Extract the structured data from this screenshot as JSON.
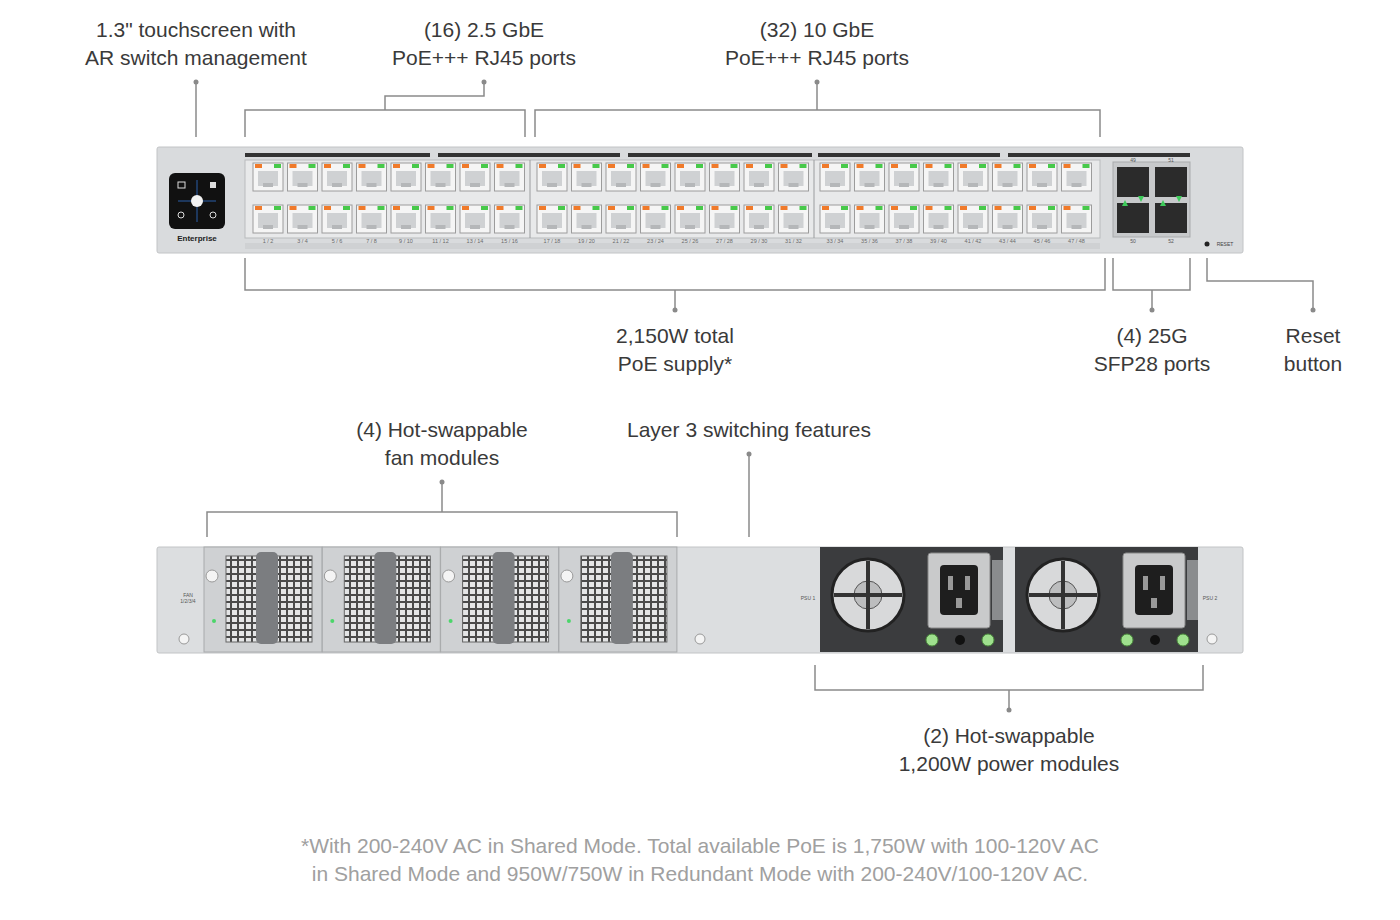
{
  "diagram": {
    "caption": "*With 200-240V AC in Shared Mode. Total available PoE is 1,750W with 100-120V AC in Shared Mode and 950W/750W in Redundant Mode with 200-240V/100-120V AC.",
    "labels": [
      "1.3\" touchscreen with AR switch management",
      "(16) 2.5 GbE PoE+++ RJ45 ports",
      "(32) 10 GbE PoE+++ RJ45 ports",
      "2,150W total PoE supply*",
      "(4) 25G SFP28 ports",
      "Reset button",
      "(4) Hot-swappable fan modules",
      "Layer 3 switching features",
      "(2) Hot-swappable 1,200W power modules",
      "Enterprise",
      "49",
      "51",
      "50",
      "52",
      "RESET",
      "FAN 1/2/3/4",
      "PSU 1",
      "PSU 2",
      "1 / 2",
      "3 / 4",
      "5 / 6",
      "7 / 8",
      "9 / 10",
      "11 / 12",
      "13 / 14",
      "15 / 16",
      "17 / 18",
      "19 / 20",
      "21 / 22",
      "23 / 24",
      "25 / 26",
      "27 / 28",
      "29 / 30",
      "31 / 32",
      "33 / 34",
      "35 / 36",
      "37 / 38",
      "39 / 40",
      "41 / 42",
      "43 / 44",
      "45 / 46",
      "47 / 48"
    ]
  }
}
